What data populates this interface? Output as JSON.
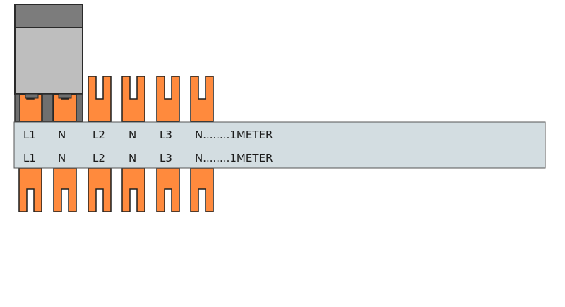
{
  "colors": {
    "pin_fill": "#ff8a3d",
    "pin_stroke": "#1f1f1f",
    "rail_fill": "#d3dde1",
    "rail_stroke": "#555555",
    "breaker_fill": "#bebebe",
    "breaker_top_fill": "#7c7c7c",
    "breaker_stroke": "#2a2a2a",
    "breaker_side_fill": "#6f6f6f"
  },
  "breaker": {
    "icon": "circuit-breaker-icon"
  },
  "top_pins": [
    {
      "phase": "L1",
      "covered_by_breaker": true
    },
    {
      "phase": "N",
      "covered_by_breaker": true
    },
    {
      "phase": "L2",
      "covered_by_breaker": false
    },
    {
      "phase": "N",
      "covered_by_breaker": false
    },
    {
      "phase": "L3",
      "covered_by_breaker": false
    },
    {
      "phase": "N",
      "covered_by_breaker": false
    }
  ],
  "bottom_pins": [
    {
      "phase": "L1"
    },
    {
      "phase": "N"
    },
    {
      "phase": "L2"
    },
    {
      "phase": "N"
    },
    {
      "phase": "L3"
    },
    {
      "phase": "N"
    }
  ],
  "rows": [
    {
      "labels": [
        "L1",
        "N",
        "L2",
        "N",
        "L3",
        "N........1METER"
      ]
    },
    {
      "labels": [
        "L1",
        "N",
        "L2",
        "N",
        "L3",
        "N........1METER"
      ]
    }
  ]
}
